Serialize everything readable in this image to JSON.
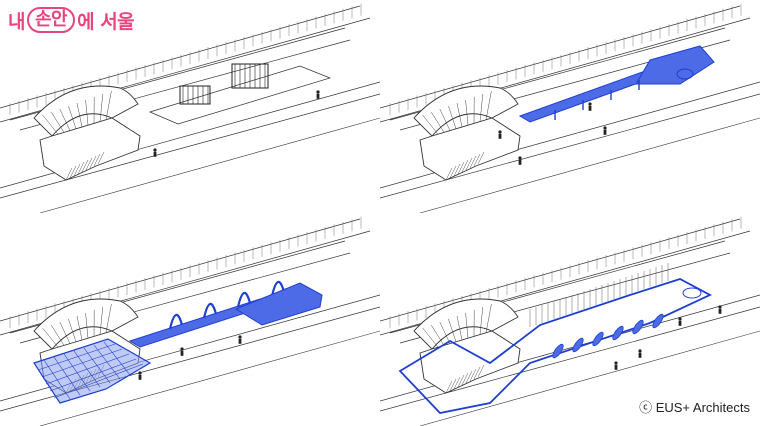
{
  "logo": {
    "part1": "내",
    "part2": "손안",
    "part3": "에 서울"
  },
  "credit": "ⓒ EUS+ Architects",
  "colors": {
    "accent": "#1f3fd1",
    "accent_fill": "#4d6be6",
    "line": "#333333",
    "logo": "#e8457c"
  },
  "panels": [
    {
      "stage": 1,
      "has_blue": false
    },
    {
      "stage": 2,
      "has_blue": true
    },
    {
      "stage": 3,
      "has_blue": true
    },
    {
      "stage": 4,
      "has_blue": true
    }
  ]
}
